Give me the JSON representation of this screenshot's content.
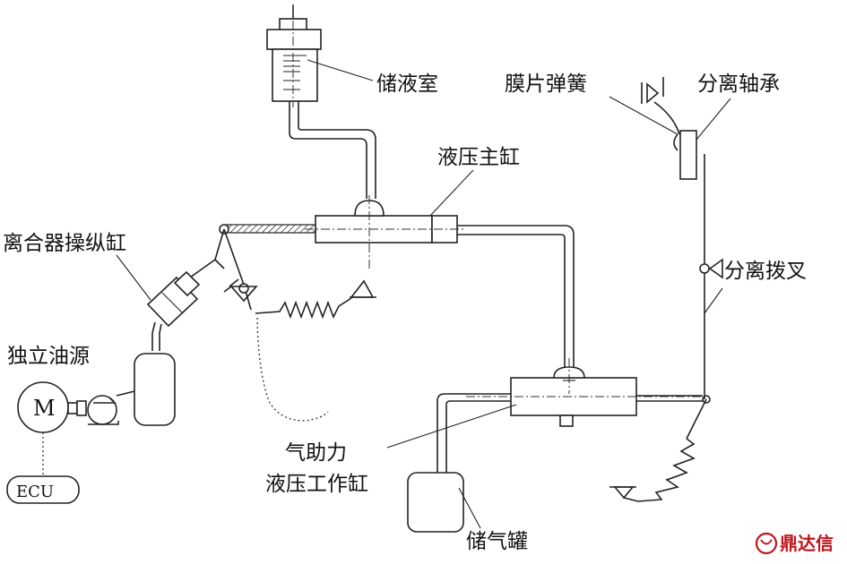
{
  "labels": {
    "reservoir": "储液室",
    "diaphragm_spring": "膜片弹簧",
    "release_bearing": "分离轴承",
    "master_cylinder": "液压主缸",
    "clutch_actuator": "离合器操纵缸",
    "release_fork": "分离拨叉",
    "independent_oil_source": "独立油源",
    "motor": "M",
    "ecu": "ECU",
    "servo_cylinder_line1": "气助力",
    "servo_cylinder_line2": "液压工作缸",
    "air_tank": "储气罐"
  },
  "watermark": {
    "text": "鼎达信",
    "color": "#c0141b"
  }
}
